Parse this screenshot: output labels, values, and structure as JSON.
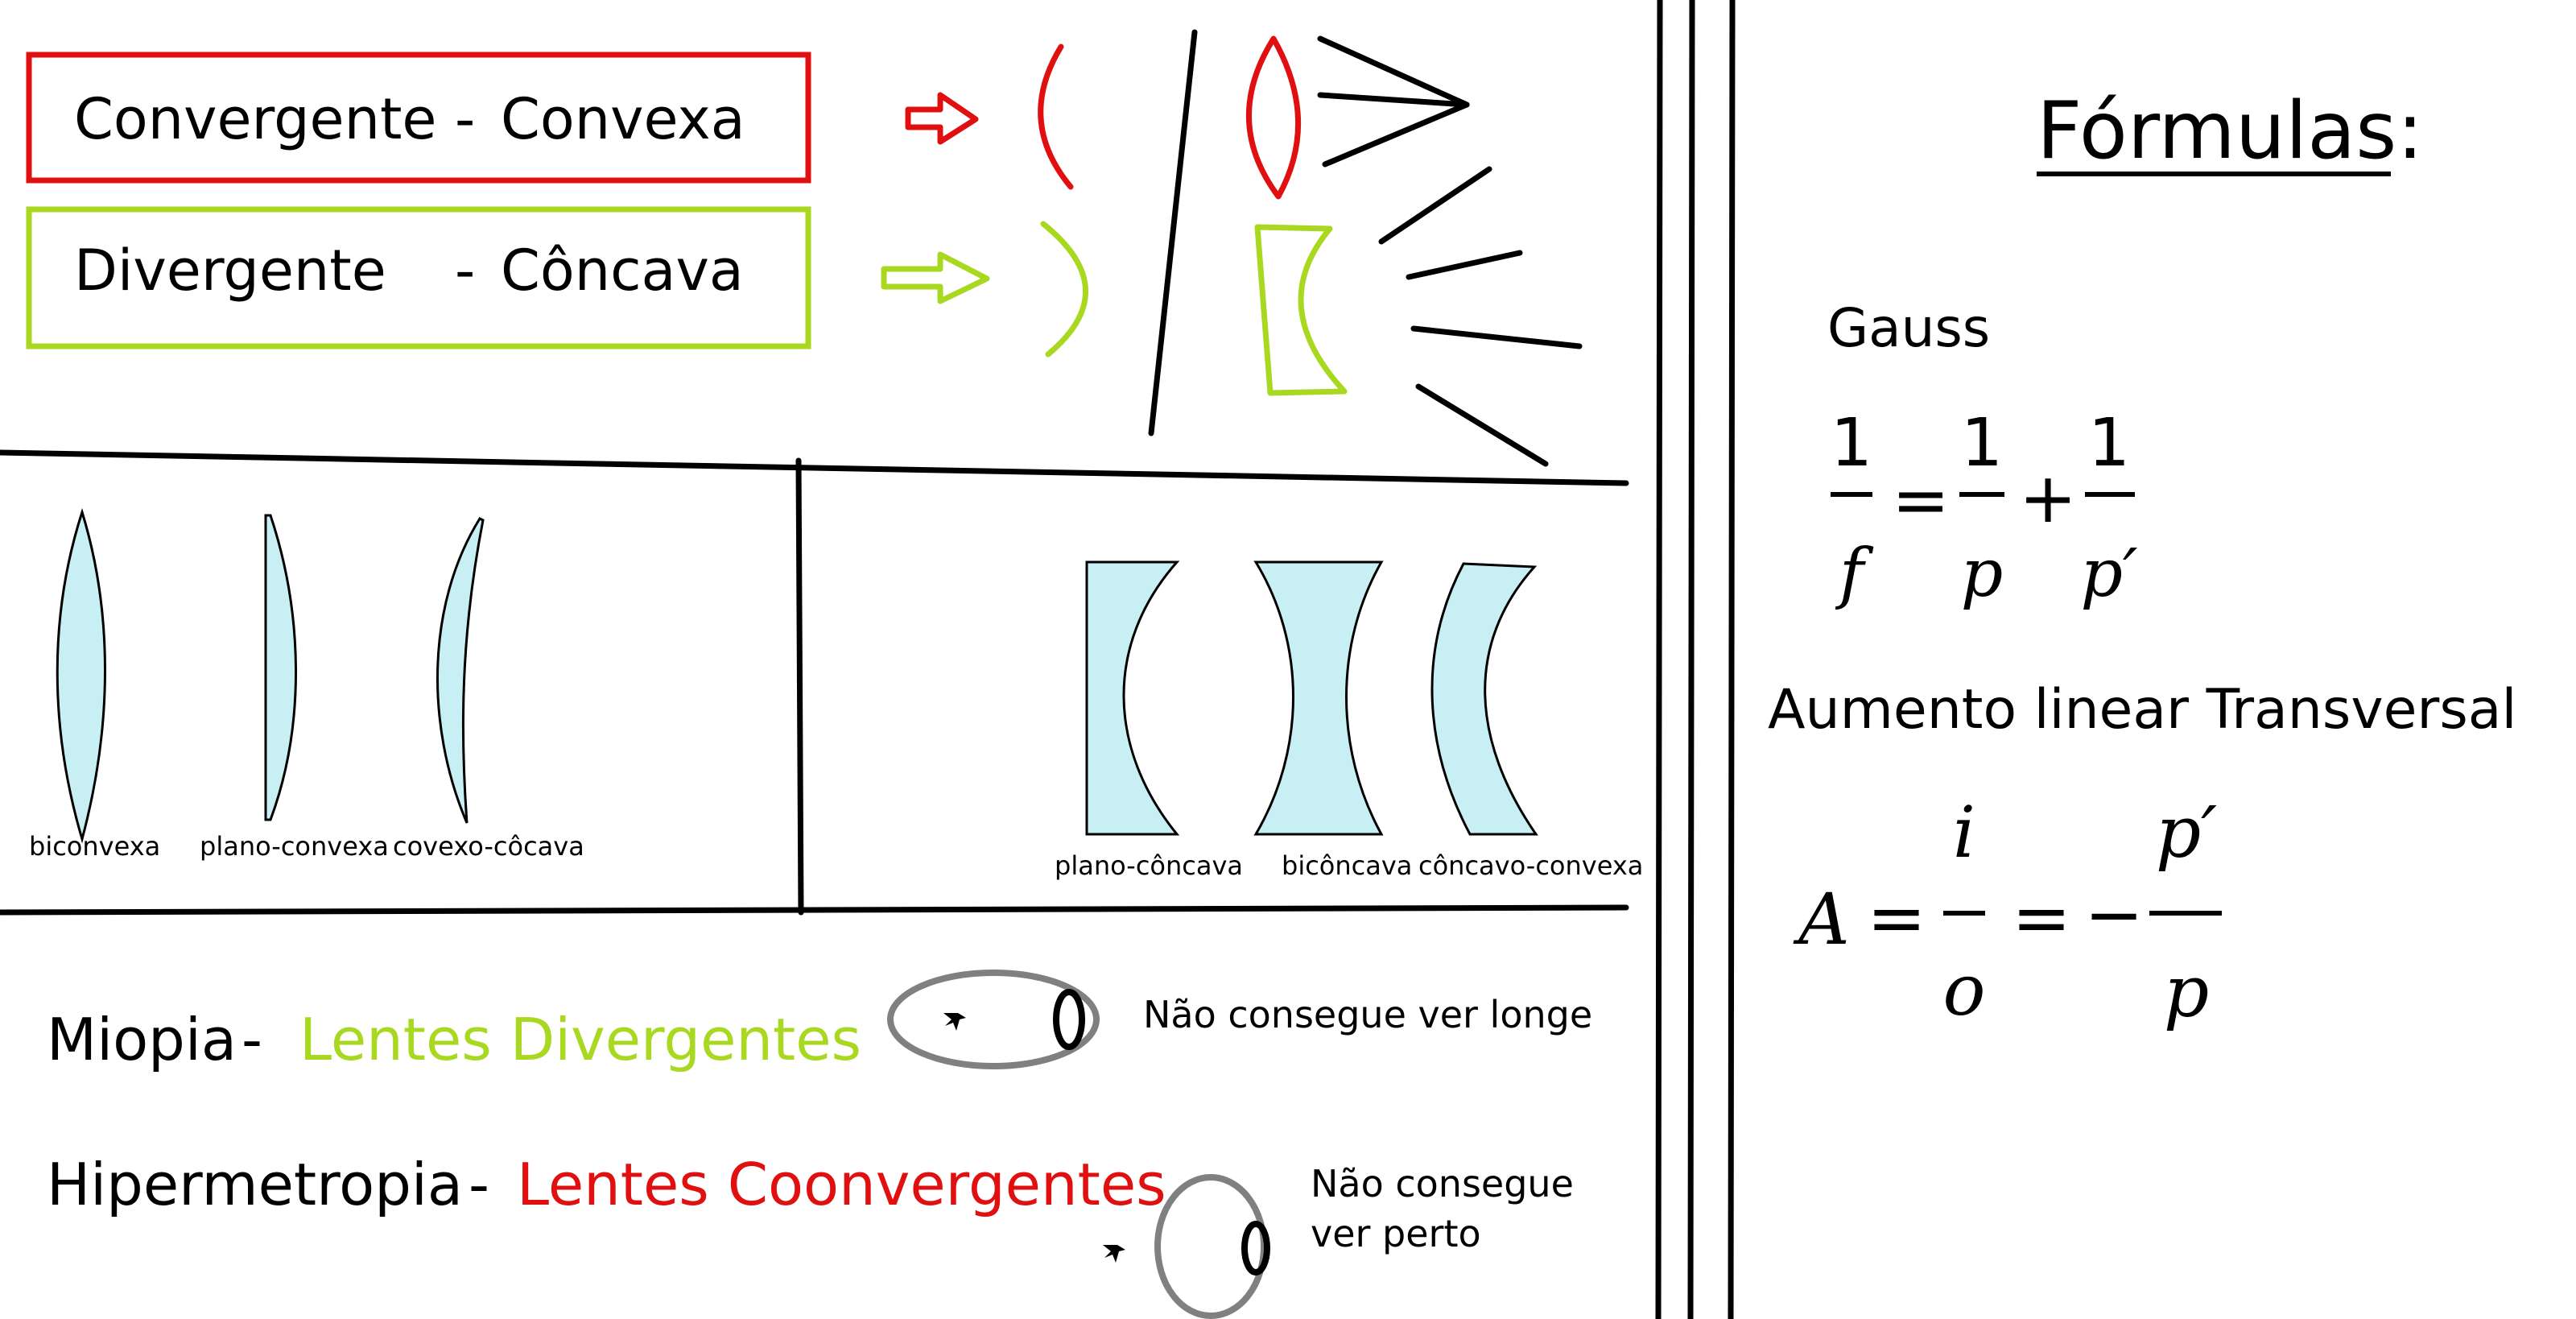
{
  "lens_types": {
    "convergent": {
      "term": "Convergente",
      "sep": "-",
      "shape": "Convexa",
      "color": "#e01010"
    },
    "divergent": {
      "term": "Divergente",
      "sep": "-",
      "shape": "Côncava",
      "color": "#a8d820"
    }
  },
  "convergent_lenses": {
    "items": [
      {
        "label": "biconvexa"
      },
      {
        "label": "plano-convexa"
      },
      {
        "label": "covexo-côcava"
      }
    ]
  },
  "divergent_lenses": {
    "items": [
      {
        "label": "plano-côncava"
      },
      {
        "label": "bicôncava"
      },
      {
        "label": "côncavo-convexa"
      }
    ]
  },
  "conditions": {
    "myopia": {
      "name": "Miopia",
      "sep": "-",
      "lens": "Lentes Divergentes",
      "note": "Não consegue ver longe"
    },
    "hyperopia": {
      "name": "Hipermetropia",
      "sep": "-",
      "lens": "Lentes Coonvergentes",
      "note_line1": "Não consegue",
      "note_line2": "ver perto"
    }
  },
  "formulas": {
    "title": "Fórmulas:",
    "gauss": {
      "title": "Gauss",
      "n1": "1",
      "d1": "f",
      "eq": "=",
      "n2": "1",
      "d2": "p",
      "plus": "+",
      "n3": "1",
      "d3": "p′"
    },
    "magnification": {
      "title": "Aumento linear Transversal",
      "lhs": "A",
      "eq1": "=",
      "n1": "i",
      "d1": "o",
      "eq2": "=",
      "minus": "−",
      "n2": "p′",
      "d2": "p"
    }
  },
  "colors": {
    "red": "#e01010",
    "green": "#a8d820",
    "lens_fill": "#c8f0f4",
    "eye_gray": "#808080"
  }
}
